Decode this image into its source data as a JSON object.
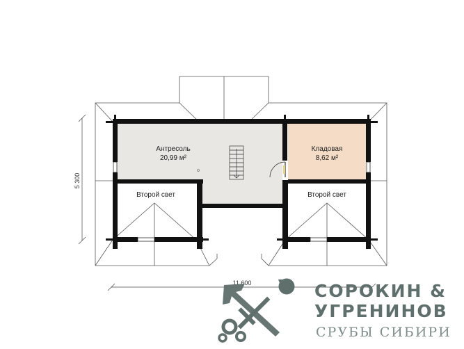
{
  "rooms": {
    "antresol": {
      "name": "Антресоль",
      "area": "20,99 м²"
    },
    "kladovaya": {
      "name": "Кладовая",
      "area": "8,62 м²"
    },
    "second_light_left": {
      "name": "Второй свет"
    },
    "second_light_right": {
      "name": "Второй свет"
    }
  },
  "dimensions": {
    "width": "11 600",
    "height": "5 300"
  },
  "logo": {
    "line1": "СОРОКИН &",
    "line2": "УГРЕНИНОВ",
    "line3": "СРУБЫ СИБИРИ",
    "emblem_icon": "axe-key-emblem-icon"
  },
  "colors": {
    "wall": "#111111",
    "antresol_fill": "#e9e7e3",
    "kladovaya_fill": "#f4dcc6",
    "roof_line": "#666666",
    "logo": "#5f6f6c"
  }
}
